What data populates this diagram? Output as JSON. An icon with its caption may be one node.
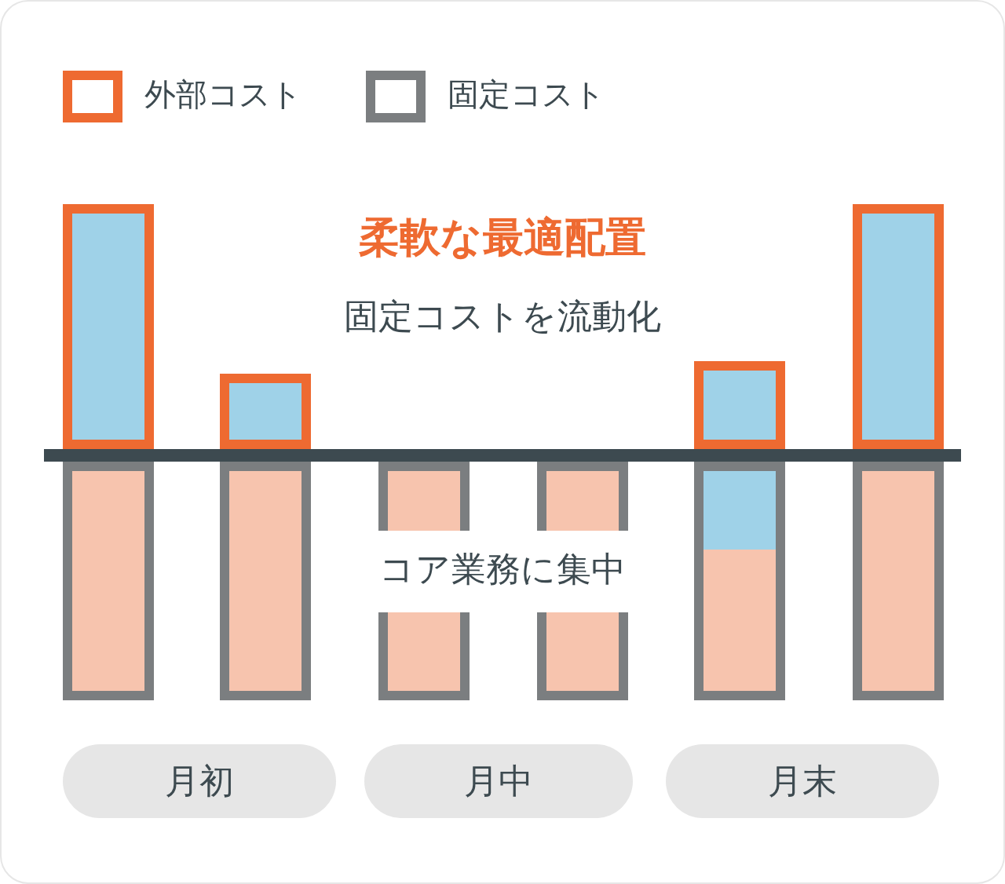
{
  "diagram": {
    "labels": [
      "柔軟な最適配置",
      "固定コストを流動化",
      "コア業務に集中",
      "月初",
      "月中",
      "月末"
    ],
    "legend": [
      {
        "text": "外部コスト"
      },
      {
        "text": "固定コスト"
      }
    ]
  }
}
